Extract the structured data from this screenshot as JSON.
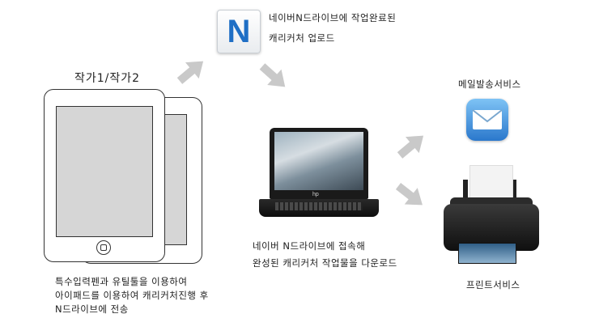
{
  "left": {
    "title": "작가1/작가2",
    "caption": [
      "특수입력펜과 유틸툴을 이용하여",
      "아이패드를 이용하여 캐리커처진행 후",
      "N드라이브에 전송"
    ]
  },
  "upload": {
    "icon_letter": "N",
    "caption": [
      "네이버N드라이브에 작업완료된",
      "캐리커처 업로드"
    ]
  },
  "download": {
    "caption": [
      "네이버 N드라이브에 접속해",
      "완성된 캐리커처 작업물을 다운로드"
    ]
  },
  "mail": {
    "caption": "메일발송서비스"
  },
  "print": {
    "caption": "프린트서비스"
  },
  "laptop": {
    "brand": "hp"
  },
  "colors": {
    "arrow": "#c9c9c9",
    "icon_blue": "#1f6fc5",
    "mail_blue": "#2b78cc"
  }
}
